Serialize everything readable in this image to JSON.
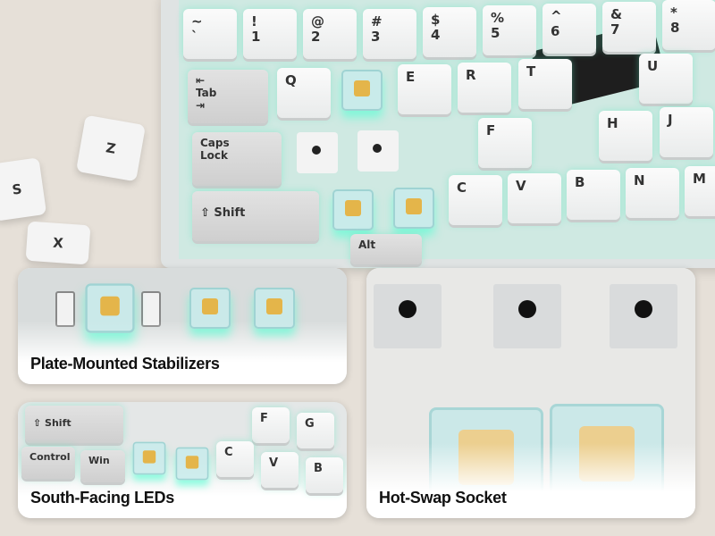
{
  "keyboard": {
    "keys": [
      "~\n`",
      "!\n1",
      "@\n2",
      "#\n3",
      "$\n4",
      "%\n5",
      "^\n6",
      "&\n7",
      "*\n8",
      "⇤\nTab\n⇥",
      "Q",
      "E",
      "R",
      "T",
      "U",
      "Caps\nLock",
      "F",
      "H",
      "J",
      "⇧ Shift",
      "C",
      "V",
      "B",
      "N",
      "M",
      "Alt"
    ],
    "loose_keys": [
      "Z",
      "S",
      "X"
    ],
    "accent_glow": "#5de6be",
    "switch_stem": "#e4b54a"
  },
  "panels": [
    {
      "label": "Plate-Mounted Stabilizers"
    },
    {
      "label": "South-Facing LEDs",
      "keys": [
        "⇧ Shift",
        "Control",
        "Win",
        "F",
        "G",
        "C",
        "V",
        "B"
      ]
    },
    {
      "label": "Hot-Swap Socket"
    }
  ]
}
